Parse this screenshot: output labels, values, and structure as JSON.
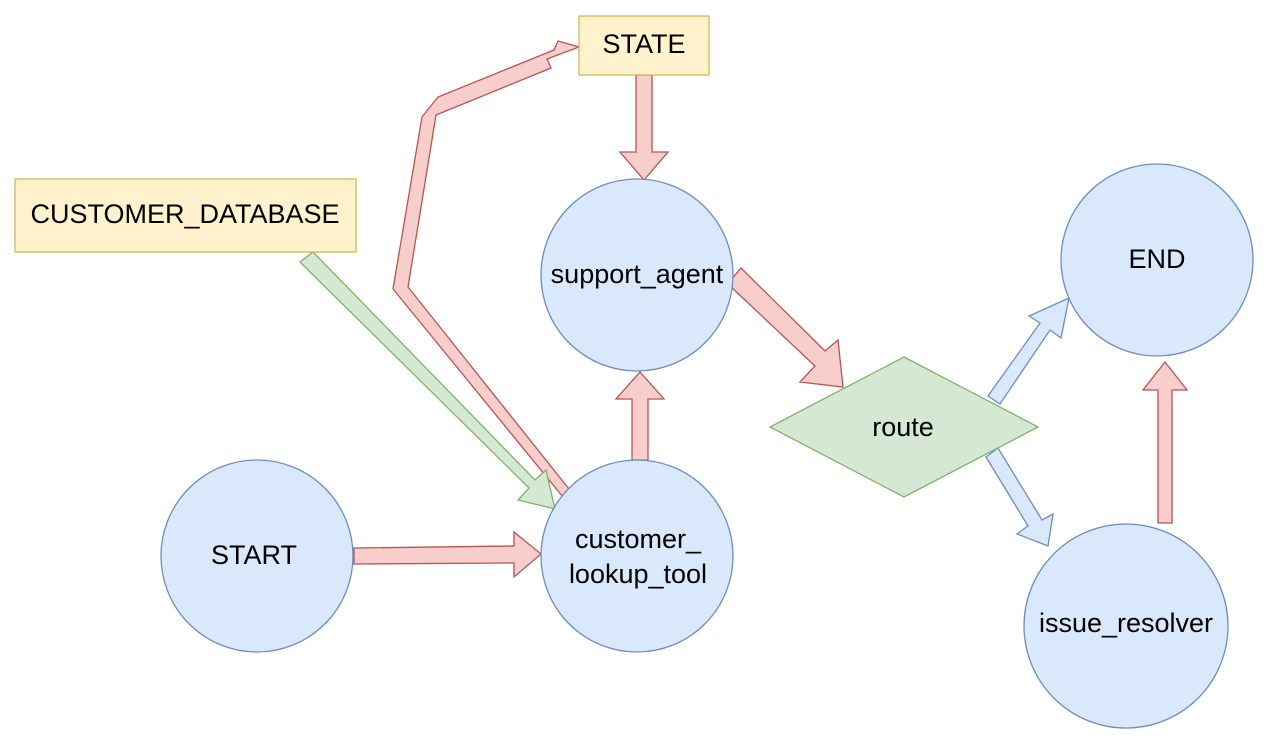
{
  "colors": {
    "node_fill": "#dae8fc",
    "node_stroke": "#6c8ebf",
    "note_fill": "#fff2cc",
    "note_stroke": "#d6b656",
    "decision_fill": "#d5e8d4",
    "decision_stroke": "#82b366",
    "red_arrow_fill": "#f8cecc",
    "red_arrow_stroke": "#b85450",
    "blue_arrow_fill": "#dae8fc",
    "blue_arrow_stroke": "#6c8ebf",
    "green_arrow_fill": "#d5e8d4",
    "green_arrow_stroke": "#82b366"
  },
  "nodes": {
    "state": {
      "label": "STATE"
    },
    "customer_database": {
      "label": "CUSTOMER_DATABASE"
    },
    "support_agent": {
      "label": "support_agent"
    },
    "end": {
      "label": "END"
    },
    "route": {
      "label": "route"
    },
    "start": {
      "label": "START"
    },
    "customer_lookup_tool": {
      "label_line1": "customer_",
      "label_line2": "lookup_tool"
    },
    "issue_resolver": {
      "label": "issue_resolver"
    }
  }
}
